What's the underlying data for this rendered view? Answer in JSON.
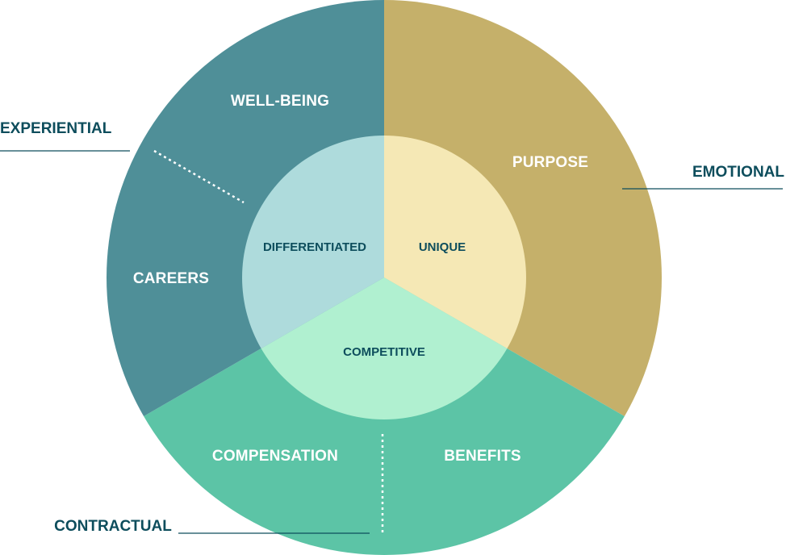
{
  "diagram": {
    "colors": {
      "purpose": "#c5b06a",
      "benefits_compensation": "#5cc4a6",
      "careers_wellbeing": "#4f8f98",
      "unique": "#f5e8b5",
      "competitive": "#b0f0d0",
      "differentiated": "#aedbdc",
      "outer_text": "#ffffff",
      "inner_text": "#0d4d5c",
      "side_text": "#0d4d5c",
      "side_line": "#0d4d5c"
    },
    "outer": {
      "well_being": "WELL-BEING",
      "purpose": "PURPOSE",
      "careers": "CAREERS",
      "compensation": "COMPENSATION",
      "benefits": "BENEFITS"
    },
    "inner": {
      "differentiated": "DIFFERENTIATED",
      "unique": "UNIQUE",
      "competitive": "COMPETITIVE"
    },
    "side": {
      "experiential": "EXPERIENTIAL",
      "emotional": "EMOTIONAL",
      "contractual": "CONTRACTUAL"
    }
  }
}
